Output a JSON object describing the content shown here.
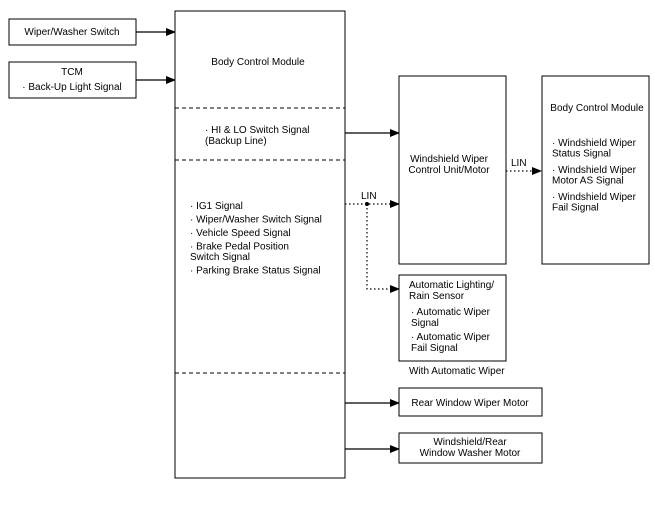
{
  "wiper_washer_switch": "Wiper/Washer Switch",
  "tcm": {
    "title": "TCM",
    "signal": "· Back-Up Light Signal"
  },
  "bcm_left": {
    "title": "Body Control Module",
    "hi_lo": [
      "· HI & LO Switch Signal",
      "(Backup Line)"
    ],
    "signals": [
      [
        "· IG1 Signal"
      ],
      [
        "· Wiper/Washer Switch Signal"
      ],
      [
        "· Vehicle Speed Signal"
      ],
      [
        "· Brake Pedal Position",
        "Switch Signal"
      ],
      [
        "· Parking Brake Status Signal"
      ]
    ]
  },
  "lin_label_1": "LIN",
  "lin_label_2": "LIN",
  "wiper_control_unit": [
    "Windshield Wiper",
    "Control Unit/Motor"
  ],
  "bcm_right": {
    "title": "Body Control Module",
    "signals": [
      [
        "· Windshield Wiper",
        "Status Signal"
      ],
      [
        "· Windshield Wiper",
        "Motor AS Signal"
      ],
      [
        "· Windshield Wiper",
        "Fail Signal"
      ]
    ]
  },
  "rain_sensor": {
    "title": [
      "Automatic Lighting/",
      "Rain Sensor"
    ],
    "signals": [
      [
        "· Automatic Wiper",
        "Signal"
      ],
      [
        "· Automatic Wiper",
        "Fail Signal"
      ]
    ],
    "caption": "With Automatic Wiper"
  },
  "rear_wiper_motor": "Rear Window Wiper Motor",
  "washer_motor": [
    "Windshield/Rear",
    "Window Washer Motor"
  ]
}
